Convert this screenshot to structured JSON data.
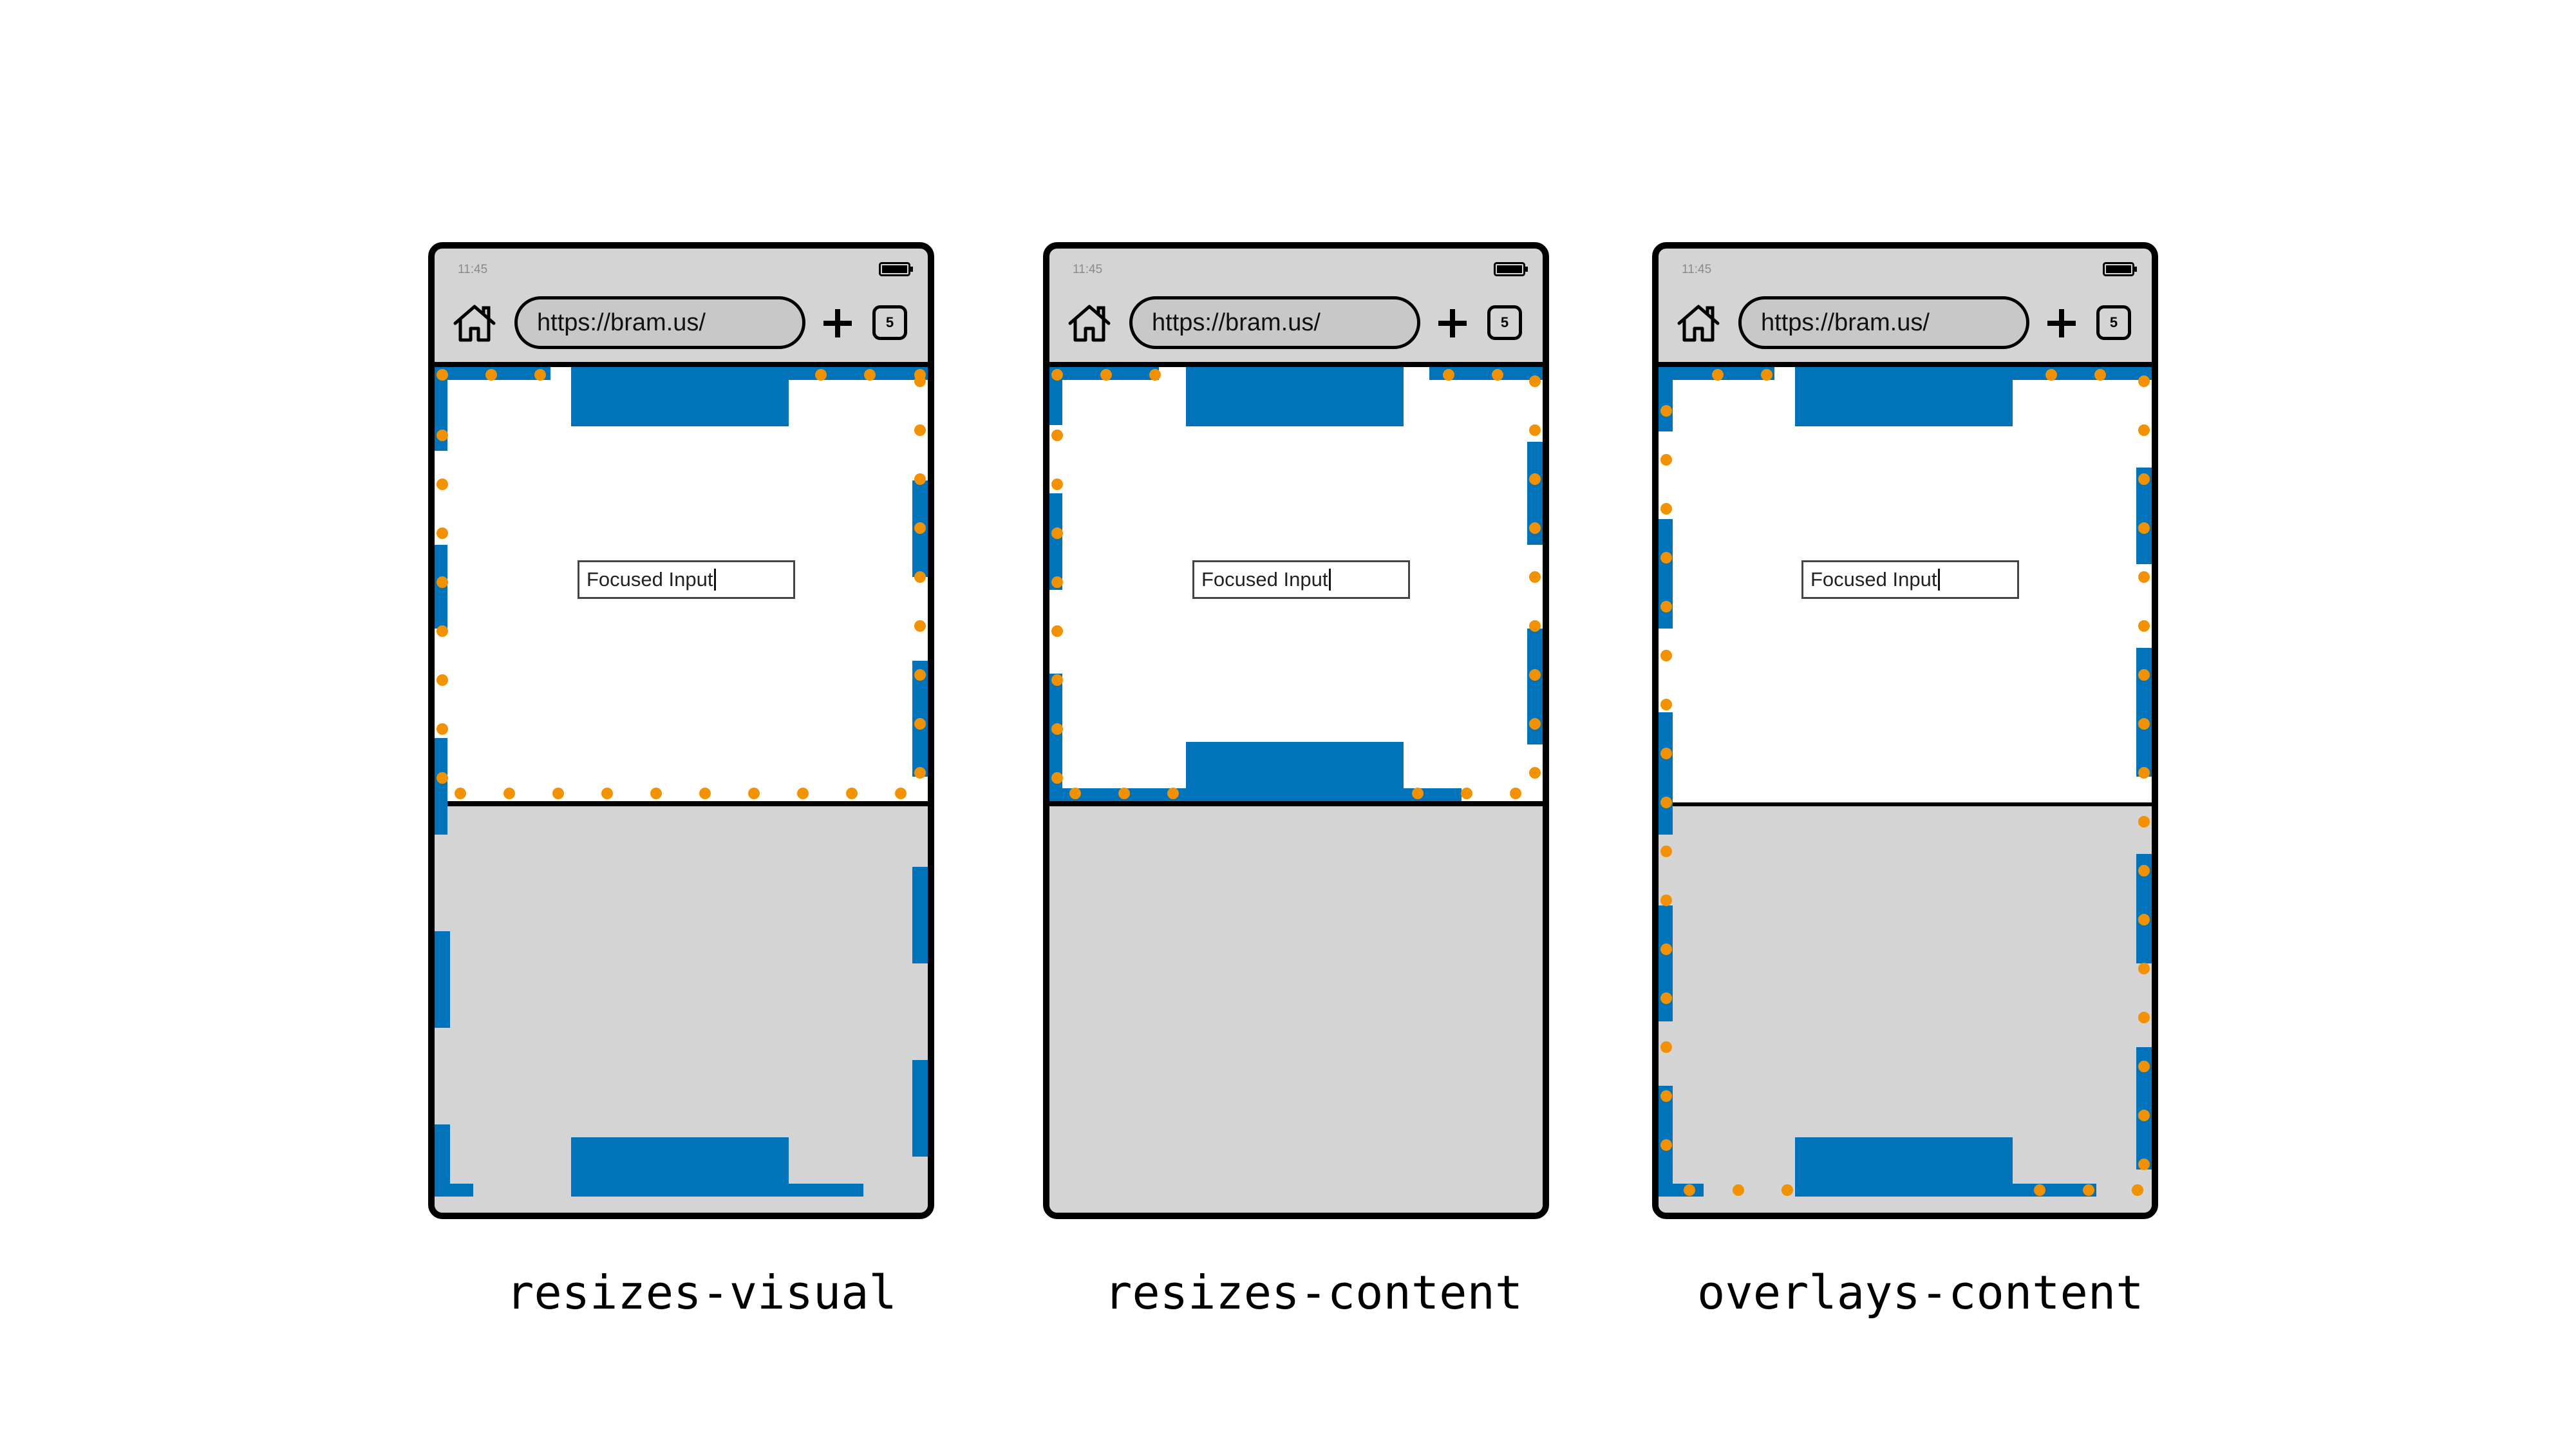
{
  "colors": {
    "viewport_blue": "#0073bb",
    "visual_orange": "#f39200",
    "frame": "#000000",
    "chrome_gray": "#d4d4d4",
    "url_gray": "#c8c8c8"
  },
  "icons": [
    "home-icon",
    "plus-icon",
    "battery-icon"
  ],
  "phones": [
    {
      "id": "resizes-visual",
      "status_time": "11:45",
      "url": "https://bram.us/",
      "tab_count": "5",
      "input_value": "Focused Input",
      "caption": "resizes-visual"
    },
    {
      "id": "resizes-content",
      "status_time": "11:45",
      "url": "https://bram.us/",
      "tab_count": "5",
      "input_value": "Focused Input",
      "caption": "resizes-content"
    },
    {
      "id": "overlays-content",
      "status_time": "11:45",
      "url": "https://bram.us/",
      "tab_count": "5",
      "input_value": "Focused Input",
      "caption": "overlays-content"
    }
  ]
}
